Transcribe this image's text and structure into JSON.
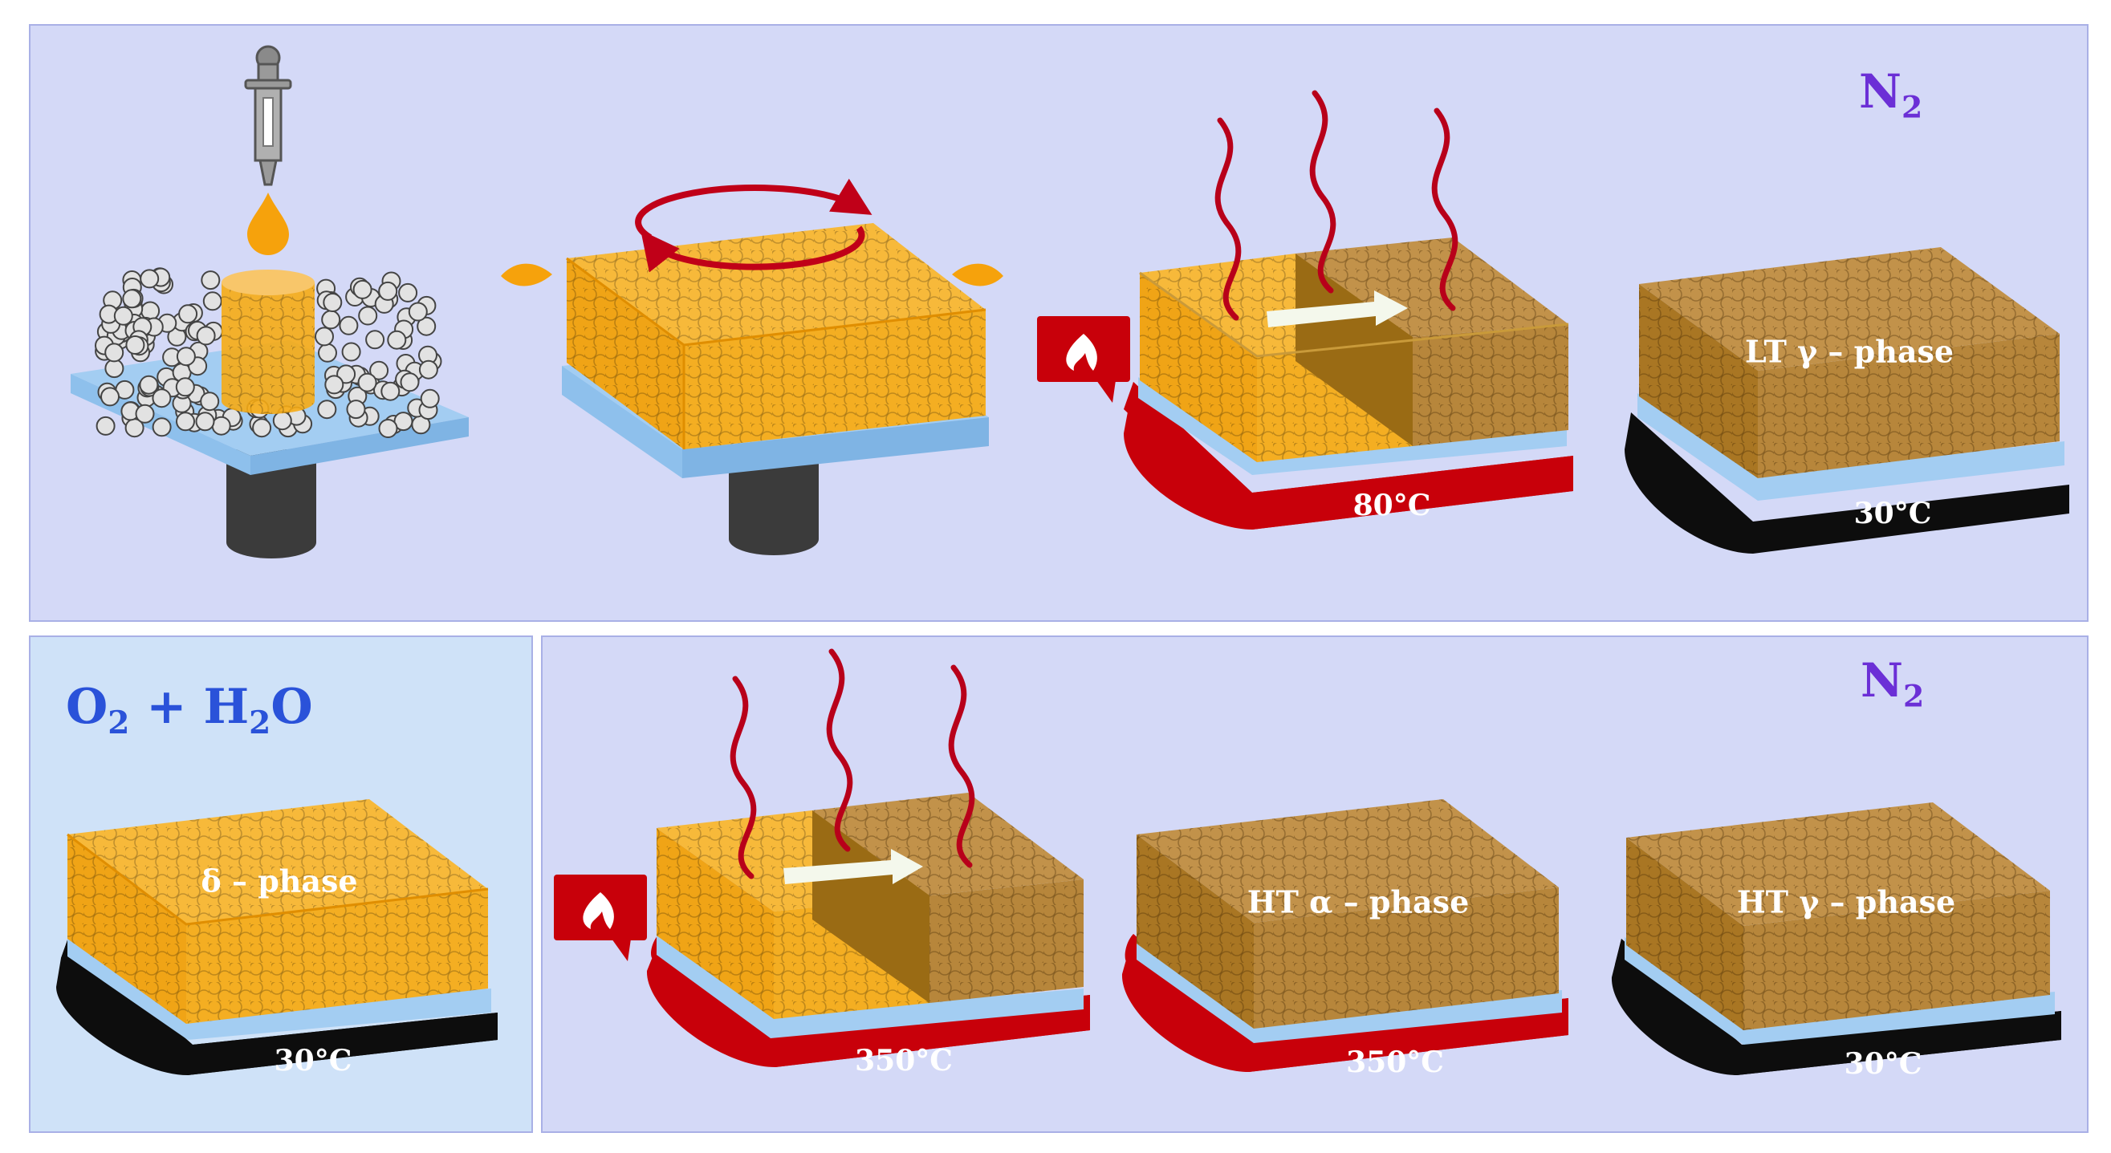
{
  "gases": {
    "top": {
      "main": "N",
      "sub": "2"
    },
    "bottom_left": {
      "o_main": "O",
      "o_sub": "2",
      "plus": " + ",
      "h_main": "H",
      "h_sub": "2",
      "h_tail": "O"
    },
    "bottom_right": {
      "main": "N",
      "sub": "2"
    }
  },
  "temperatures": {
    "step3": "80°C",
    "step4": "30°C",
    "delta": "30°C",
    "step6": "350°C",
    "step7": "350°C",
    "step8": "30°C"
  },
  "phases": {
    "step4": "LT γ – phase",
    "delta": "δ – phase",
    "step7": "HT α – phase",
    "step8": "HT γ – phase"
  },
  "icons": [
    "pipette-icon",
    "droplet-icon",
    "rotation-arrow-icon",
    "flame-icon",
    "heat-wave-icon",
    "arrow-right-icon"
  ],
  "colors": {
    "panel_lavender": "#d4d9f7",
    "panel_blue": "#cfe2f8",
    "substrate": "#a3cdf2",
    "heater_red": "#c8000a",
    "stage_black": "#0d0d0d",
    "solution_orange": "#f6ab14",
    "film_brown": "#b7863b",
    "heat_wave": "#b8001a",
    "gas_purple": "#6b2fd6",
    "gas_blue": "#2a52d9"
  }
}
